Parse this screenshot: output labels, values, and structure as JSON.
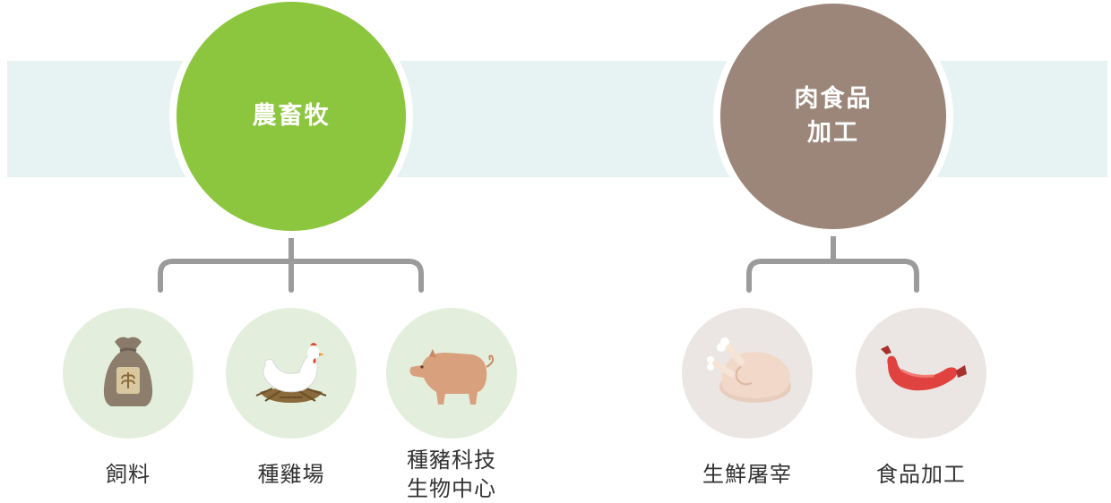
{
  "colors": {
    "band": "#e6f3f2",
    "livestock_hub": "#8cc63e",
    "meat_hub": "#9c867a",
    "connector": "#9b9b9b",
    "livestock_node_bg": "#e3efdc",
    "meat_node_bg": "#ebe6e3"
  },
  "groups": [
    {
      "hub_label": "農畜牧",
      "items": [
        {
          "label": "飼料",
          "icon": "feed-sack-icon"
        },
        {
          "label": "種雞場",
          "icon": "hen-nest-icon"
        },
        {
          "label_lines": [
            "種豬科技",
            "生物中心"
          ],
          "icon": "pig-icon"
        }
      ]
    },
    {
      "hub_lines": [
        "肉食品",
        "加工"
      ],
      "items": [
        {
          "label": "生鮮屠宰",
          "icon": "raw-chicken-icon"
        },
        {
          "label": "食品加工",
          "icon": "sausage-icon"
        }
      ]
    }
  ]
}
